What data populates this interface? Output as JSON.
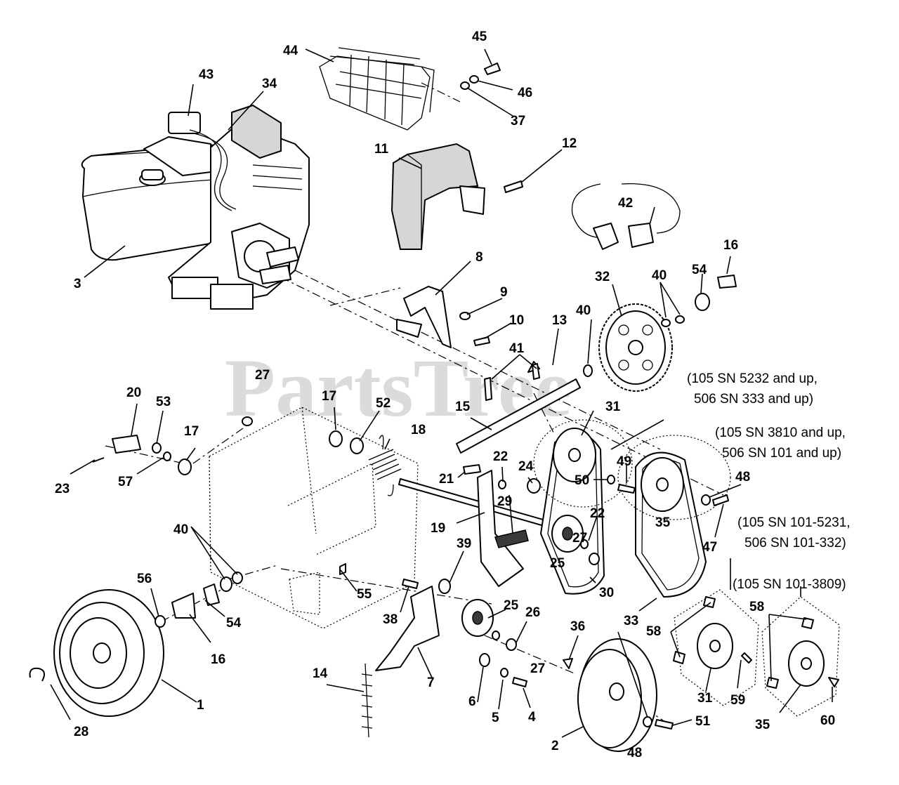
{
  "watermark": "PartsTree",
  "callouts": [
    {
      "id": "c1",
      "text": "1"
    },
    {
      "id": "c2",
      "text": "2"
    },
    {
      "id": "c3",
      "text": "3"
    },
    {
      "id": "c4",
      "text": "4"
    },
    {
      "id": "c5",
      "text": "5"
    },
    {
      "id": "c6",
      "text": "6"
    },
    {
      "id": "c7",
      "text": "7"
    },
    {
      "id": "c8",
      "text": "8"
    },
    {
      "id": "c9",
      "text": "9"
    },
    {
      "id": "c10",
      "text": "10"
    },
    {
      "id": "c11",
      "text": "11"
    },
    {
      "id": "c12",
      "text": "12"
    },
    {
      "id": "c13",
      "text": "13"
    },
    {
      "id": "c14",
      "text": "14"
    },
    {
      "id": "c15",
      "text": "15"
    },
    {
      "id": "c16a",
      "text": "16"
    },
    {
      "id": "c16b",
      "text": "16"
    },
    {
      "id": "c17a",
      "text": "17"
    },
    {
      "id": "c17b",
      "text": "17"
    },
    {
      "id": "c18",
      "text": "18"
    },
    {
      "id": "c19",
      "text": "19"
    },
    {
      "id": "c20",
      "text": "20"
    },
    {
      "id": "c21",
      "text": "21"
    },
    {
      "id": "c22a",
      "text": "22"
    },
    {
      "id": "c22b",
      "text": "22"
    },
    {
      "id": "c23",
      "text": "23"
    },
    {
      "id": "c24",
      "text": "24"
    },
    {
      "id": "c25a",
      "text": "25"
    },
    {
      "id": "c25b",
      "text": "25"
    },
    {
      "id": "c26",
      "text": "26"
    },
    {
      "id": "c27a",
      "text": "27"
    },
    {
      "id": "c27b",
      "text": "27"
    },
    {
      "id": "c27c",
      "text": "27"
    },
    {
      "id": "c28",
      "text": "28"
    },
    {
      "id": "c29",
      "text": "29"
    },
    {
      "id": "c30",
      "text": "30"
    },
    {
      "id": "c31a",
      "text": "31"
    },
    {
      "id": "c31b",
      "text": "31"
    },
    {
      "id": "c32",
      "text": "32"
    },
    {
      "id": "c33",
      "text": "33"
    },
    {
      "id": "c34",
      "text": "34"
    },
    {
      "id": "c35a",
      "text": "35"
    },
    {
      "id": "c35b",
      "text": "35"
    },
    {
      "id": "c36",
      "text": "36"
    },
    {
      "id": "c37",
      "text": "37"
    },
    {
      "id": "c38",
      "text": "38"
    },
    {
      "id": "c39",
      "text": "39"
    },
    {
      "id": "c40a",
      "text": "40"
    },
    {
      "id": "c40b",
      "text": "40"
    },
    {
      "id": "c40c",
      "text": "40"
    },
    {
      "id": "c41",
      "text": "41"
    },
    {
      "id": "c42",
      "text": "42"
    },
    {
      "id": "c43",
      "text": "43"
    },
    {
      "id": "c44",
      "text": "44"
    },
    {
      "id": "c45",
      "text": "45"
    },
    {
      "id": "c46",
      "text": "46"
    },
    {
      "id": "c47",
      "text": "47"
    },
    {
      "id": "c48a",
      "text": "48"
    },
    {
      "id": "c48b",
      "text": "48"
    },
    {
      "id": "c49",
      "text": "49"
    },
    {
      "id": "c50",
      "text": "50"
    },
    {
      "id": "c51",
      "text": "51"
    },
    {
      "id": "c52",
      "text": "52"
    },
    {
      "id": "c53",
      "text": "53"
    },
    {
      "id": "c54a",
      "text": "54"
    },
    {
      "id": "c54b",
      "text": "54"
    },
    {
      "id": "c55",
      "text": "55"
    },
    {
      "id": "c56",
      "text": "56"
    },
    {
      "id": "c57",
      "text": "57"
    },
    {
      "id": "c58a",
      "text": "58"
    },
    {
      "id": "c58b",
      "text": "58"
    },
    {
      "id": "c59",
      "text": "59"
    },
    {
      "id": "c60",
      "text": "60"
    }
  ],
  "serial_notes": [
    {
      "id": "n1",
      "lines": [
        "(105 SN 5232 and up,",
        "506 SN 333 and up)"
      ]
    },
    {
      "id": "n2",
      "lines": [
        "(105 SN 3810 and up,",
        "506 SN 101 and up)"
      ]
    },
    {
      "id": "n3",
      "lines": [
        "(105 SN 101-5231,",
        "506 SN 101-332)"
      ]
    },
    {
      "id": "n4",
      "lines": [
        "(105 SN 101-3809)"
      ]
    }
  ]
}
